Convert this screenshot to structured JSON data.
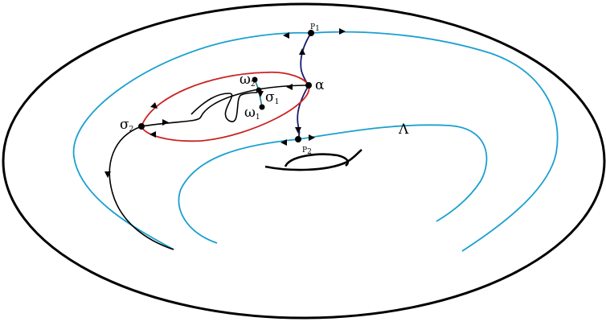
{
  "labels": {
    "p1": {
      "base": "P",
      "sub": "1"
    },
    "p2": {
      "base": "P",
      "sub": "2"
    },
    "alpha": {
      "base": "α"
    },
    "lambda": {
      "base": "Λ"
    },
    "sigma1": {
      "base": "σ",
      "sub": "1"
    },
    "sigma2": {
      "base": "σ",
      "sub": "2"
    },
    "omega1": {
      "base": "ω",
      "sub": "1"
    },
    "omega2": {
      "base": "ω",
      "sub": "2"
    }
  },
  "colors": {
    "outline": "#000000",
    "stable_manifolds": "#1aa0d0",
    "loop": "#cc2222",
    "unstable_branch": "#1a1a6e",
    "trajectory": "#000000"
  }
}
